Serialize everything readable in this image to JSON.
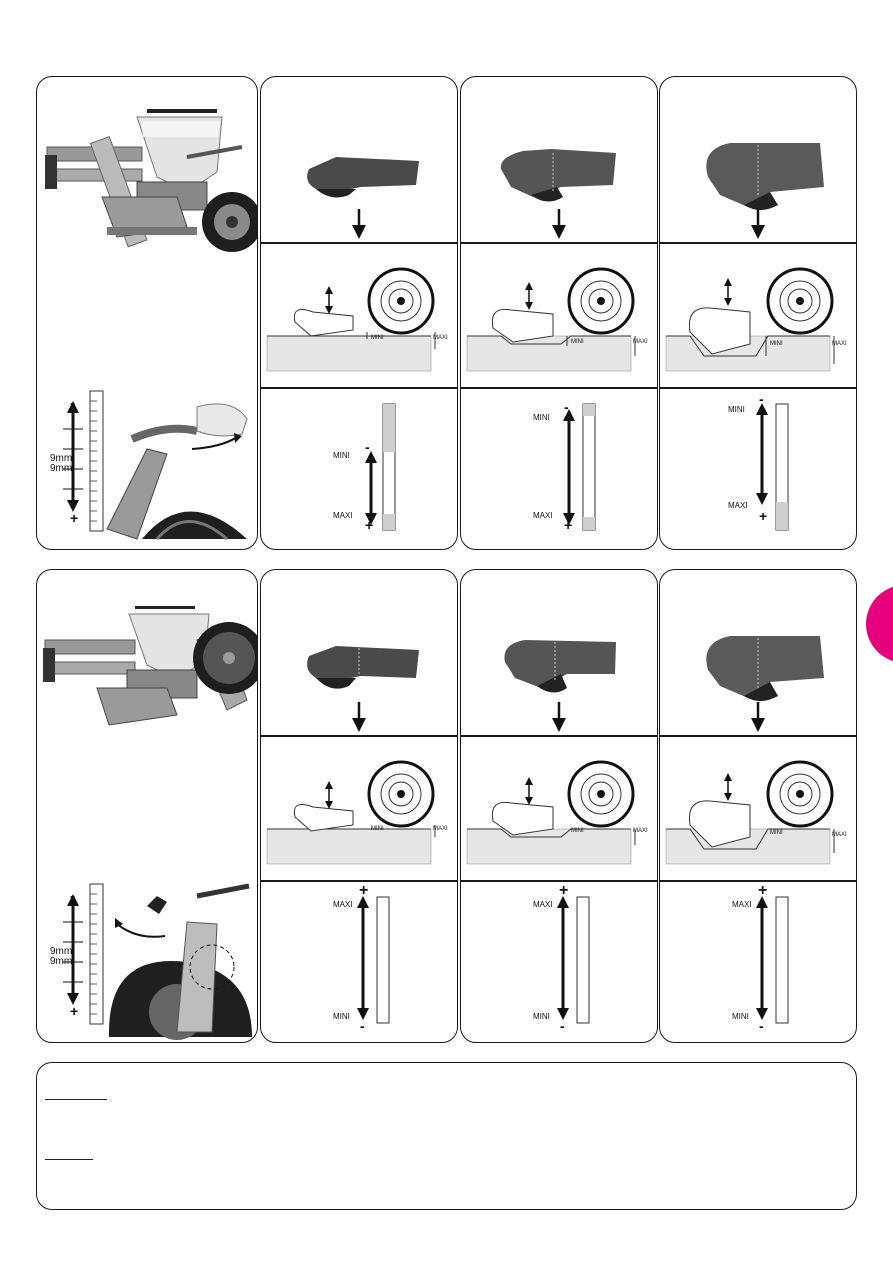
{
  "page": {
    "accent": "#e6007e",
    "ink": "#1a1a1a"
  },
  "sections": [
    {
      "id": "top",
      "lever_scale": {
        "minus": "-",
        "plus": "+",
        "step_1": "9mm",
        "step_2": "9mm"
      },
      "columns": [
        {
          "diagram": {
            "mini": "MINI",
            "maxi": "MAXI"
          },
          "gauge": {
            "mini": "MINI",
            "maxi": "MAXI",
            "minus": "-",
            "plus": "+"
          }
        },
        {
          "diagram": {
            "mini": "MINI",
            "maxi": "MAXI"
          },
          "gauge": {
            "mini": "MINI",
            "maxi": "MAXI",
            "minus": "-",
            "plus": "+"
          }
        },
        {
          "diagram": {
            "mini": "MINI",
            "maxi": "MAXI"
          },
          "gauge": {
            "mini": "MINI",
            "maxi": "MAXI",
            "minus": "-",
            "plus": "+"
          }
        }
      ]
    },
    {
      "id": "bottom",
      "lever_scale": {
        "minus": "-",
        "plus": "+",
        "step_1": "9mm",
        "step_2": "9mm"
      },
      "columns": [
        {
          "diagram": {
            "mini": "MINI",
            "maxi": "MAXI"
          },
          "gauge": {
            "mini": "MINI",
            "maxi": "MAXI",
            "minus": "-",
            "plus": "+"
          }
        },
        {
          "diagram": {
            "mini": "MINI",
            "maxi": "MAXI"
          },
          "gauge": {
            "mini": "MINI",
            "maxi": "MAXI",
            "minus": "-",
            "plus": "+"
          }
        },
        {
          "diagram": {
            "mini": "MINI",
            "maxi": "MAXI"
          },
          "gauge": {
            "mini": "MINI",
            "maxi": "MAXI",
            "minus": "-",
            "plus": "+"
          }
        }
      ]
    }
  ]
}
